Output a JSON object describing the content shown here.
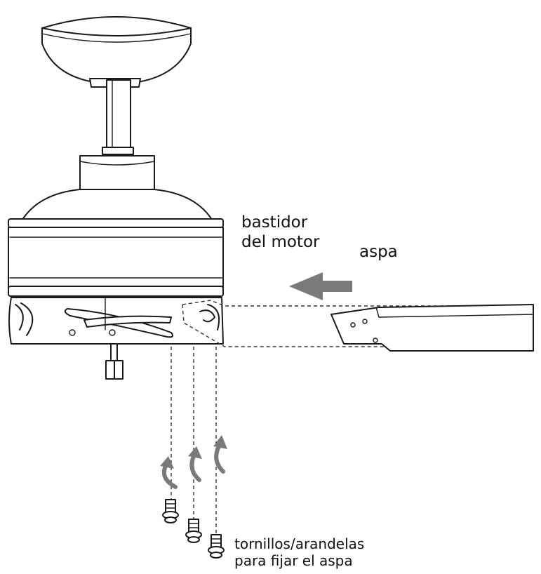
{
  "labels": {
    "motor_housing_line1": "bastidor",
    "motor_housing_line2": "del motor",
    "blade": "aspa",
    "screws_line1": "tornillos/arandelas",
    "screws_line2": "para fijar el aspa"
  },
  "colors": {
    "line": "#1a1a1a",
    "arrow": "#7a7a7a",
    "background": "#ffffff"
  },
  "icons": {
    "direction_arrow": "left-arrow",
    "screw_rotation": "curved-arrow"
  }
}
